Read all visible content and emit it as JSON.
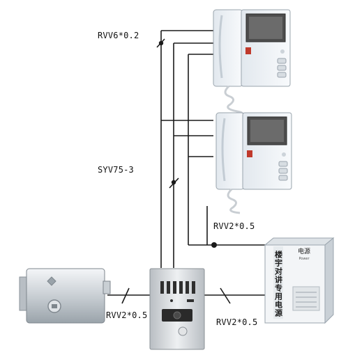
{
  "labels": {
    "rvv6": "RVV6*0.2",
    "syv75": "SYV75-3",
    "rvv2_top": "RVV2*0.5",
    "rvv2_left": "RVV2*0.5",
    "rvv2_right": "RVV2*0.5"
  },
  "power_supply": {
    "vertical_text": "楼宇对讲专用电源",
    "badge": "电源",
    "badge_sub": "Power"
  },
  "colors": {
    "wire": "#1a1a1a",
    "device_body": "#e9eef2",
    "screen": "#5a5a5a",
    "panel_body": "#d9dcdf",
    "accent": "#c0392b"
  }
}
